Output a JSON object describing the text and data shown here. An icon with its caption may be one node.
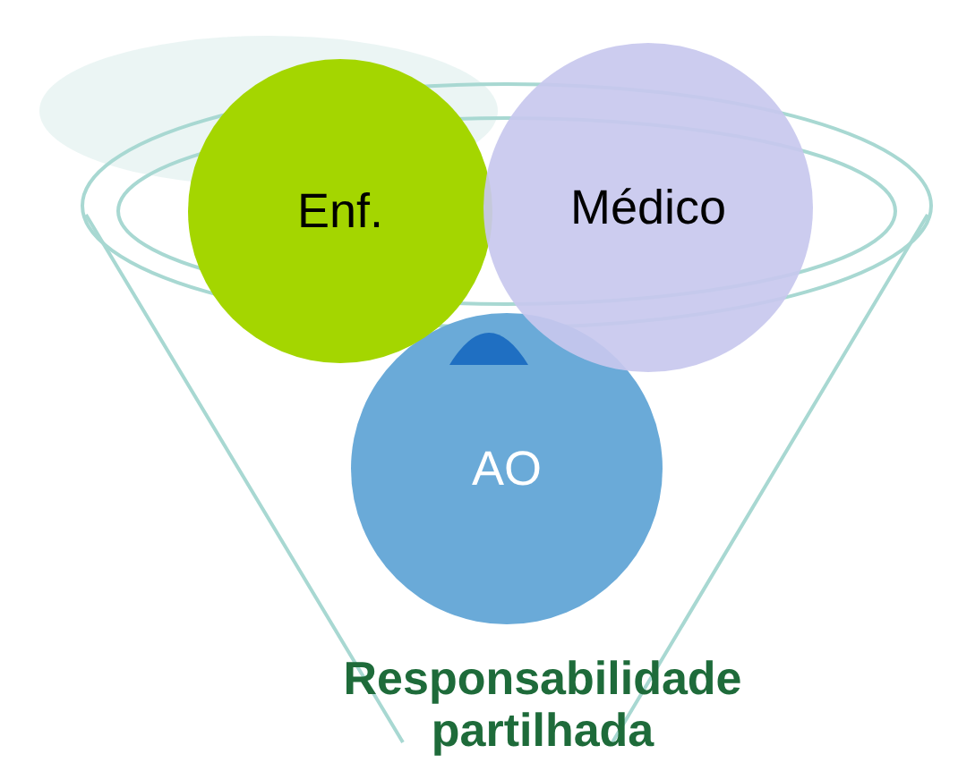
{
  "diagram": {
    "nodes": [
      {
        "text": [
          "Responsabilidade partilhada"
        ]
      },
      {
        "text": [
          "Enf."
        ],
        "in": 0
      },
      {
        "text": [
          "Médico"
        ],
        "in": 0
      },
      {
        "text": [
          "AO"
        ],
        "in": 0
      }
    ],
    "edges": []
  }
}
